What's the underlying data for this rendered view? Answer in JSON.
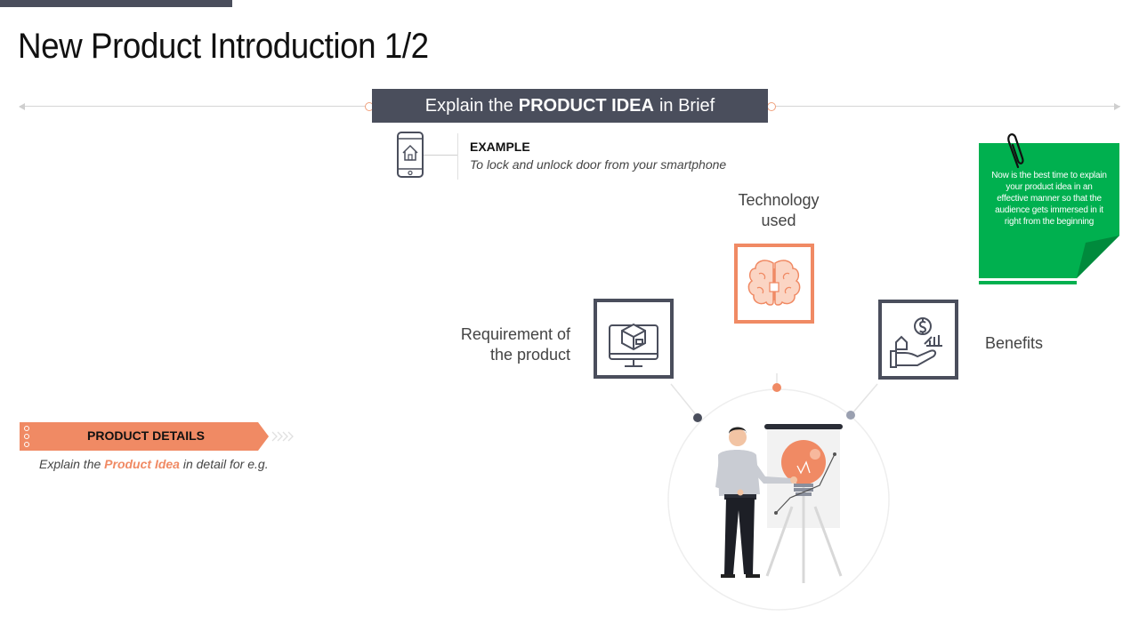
{
  "title": "New Product Introduction 1/2",
  "header": {
    "prefix": "Explain the",
    "emphasis": "PRODUCT IDEA",
    "suffix": "in Brief"
  },
  "example": {
    "label": "EXAMPLE",
    "text": "To lock and unlock door from your smartphone",
    "icon": "smartphone-home-icon"
  },
  "sticky_note": {
    "text": "Now is the best time to explain your product idea in an effective manner so that the audience gets immersed in it  right from the beginning",
    "color": "#00b04f"
  },
  "nodes": {
    "requirement": {
      "label_line1": "Requirement of",
      "label_line2": "the product",
      "icon": "computer-box-icon"
    },
    "technology": {
      "label_line1": "Technology",
      "label_line2": "used",
      "icon": "brain-circuit-icon"
    },
    "benefits": {
      "label": "Benefits",
      "icon": "hand-money-icon"
    }
  },
  "product_details": {
    "tag": "PRODUCT DETAILS",
    "desc_prefix": "Explain the",
    "desc_highlight": "Product Idea",
    "desc_suffix": "in detail for e.g."
  },
  "colors": {
    "dark": "#4a4e5c",
    "accent": "#f08a64",
    "green": "#00b04f"
  }
}
